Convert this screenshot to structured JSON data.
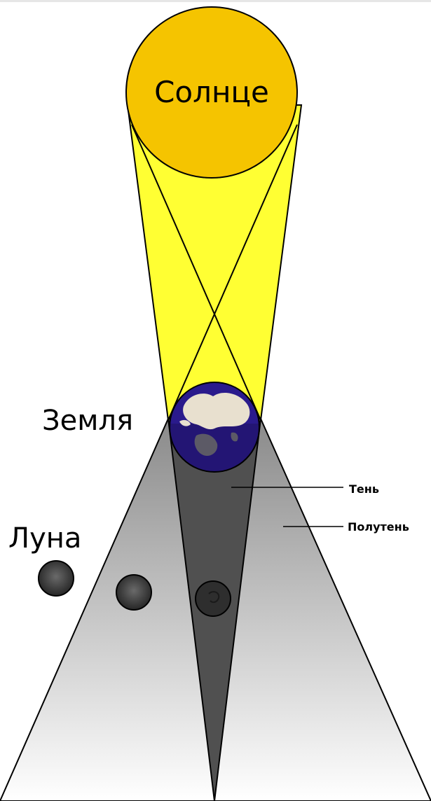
{
  "labels": {
    "sun": "Солнце",
    "earth": "Земля",
    "moon": "Луна",
    "umbra": "Тень",
    "penumbra": "Полутень"
  },
  "colors": {
    "sun": "#f5c400",
    "sun_rays": "#ffff33",
    "earth_ocean": "#2a1a8c",
    "earth_land_light": "#e8e0cf",
    "earth_land_dark": "#5c5a66",
    "umbra": "#505050",
    "penumbra_top": "#8a8a8a",
    "penumbra_bottom": "#ffffff",
    "moon": "#3a3a3a",
    "outline": "#000000"
  }
}
